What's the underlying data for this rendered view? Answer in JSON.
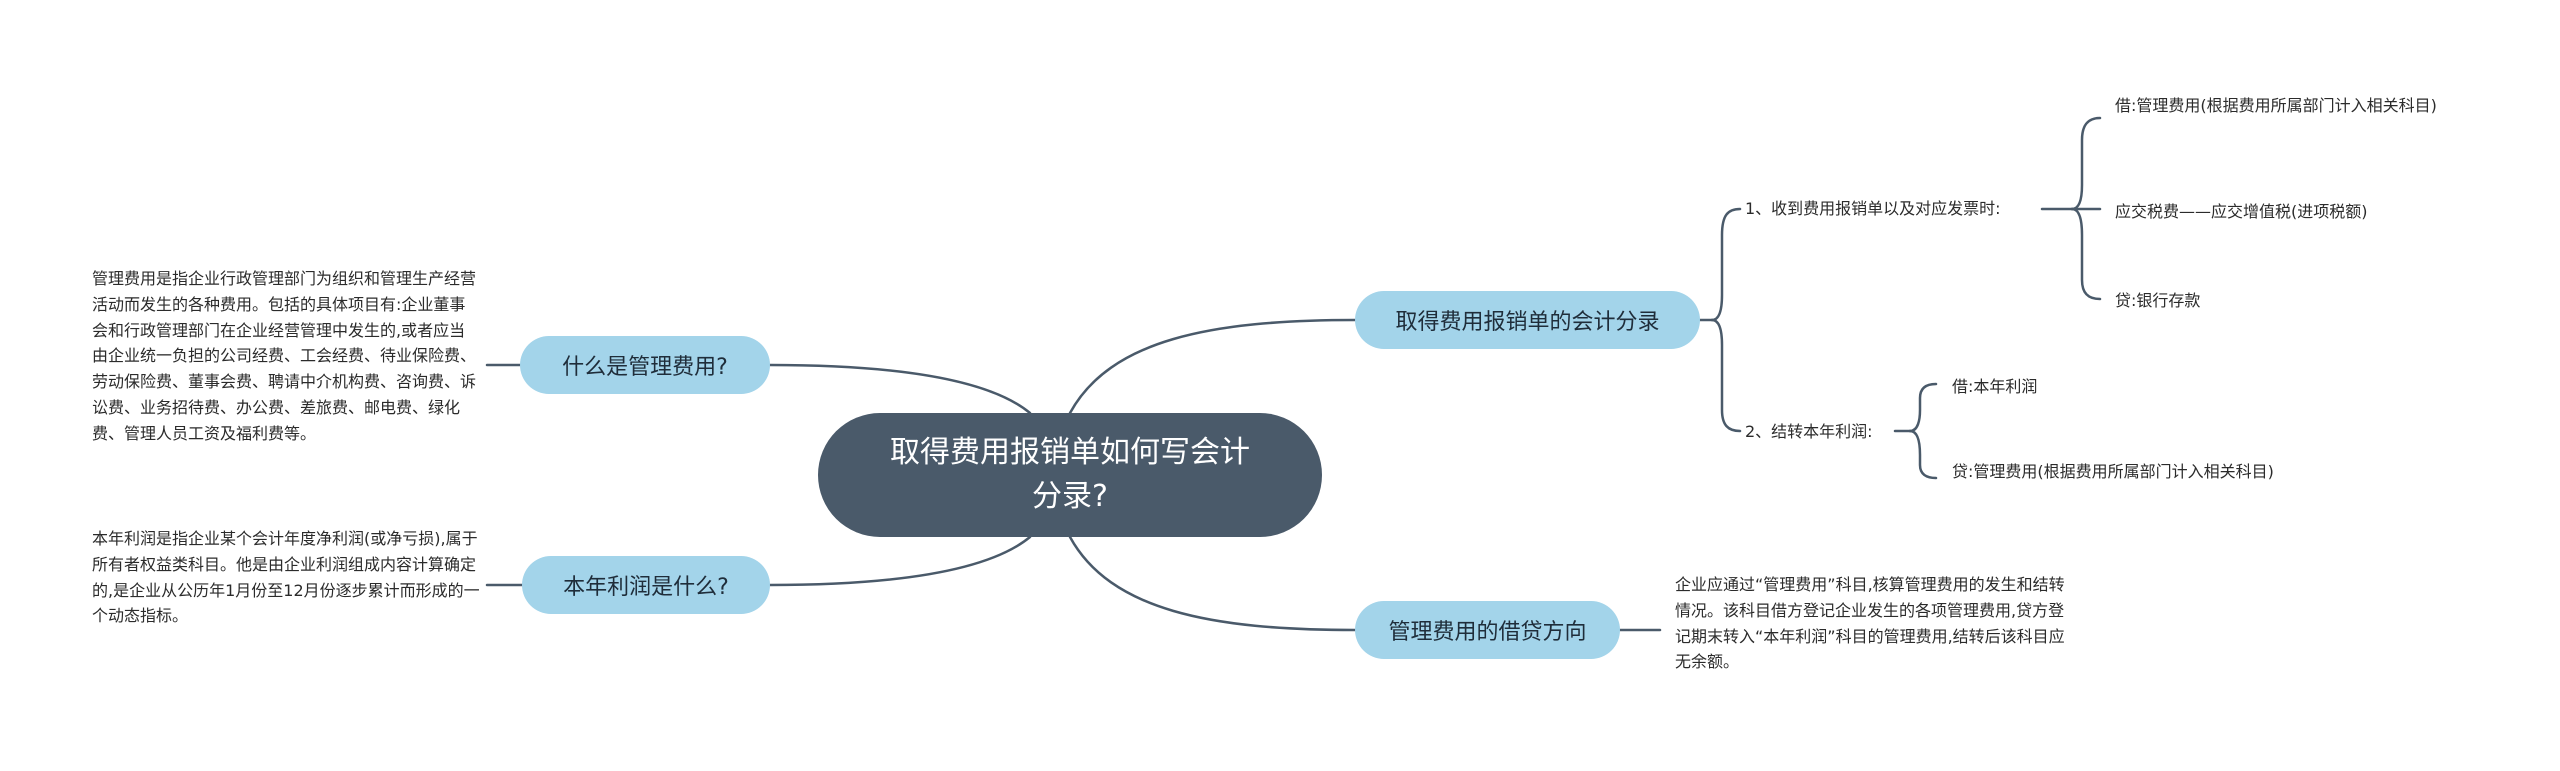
{
  "root": {
    "title": "取得费用报销单如何写会计分录?"
  },
  "right_top": {
    "label": "取得费用报销单的会计分录",
    "steps": [
      {
        "label": "1、收到费用报销单以及对应发票时:",
        "items": [
          "借:管理费用(根据费用所属部门计入相关科目)",
          "应交税费——应交增值税(进项税额)",
          "贷:银行存款"
        ]
      },
      {
        "label": "2、结转本年利润:",
        "items": [
          "借:本年利润",
          "贷:管理费用(根据费用所属部门计入相关科目)"
        ]
      }
    ]
  },
  "right_bottom": {
    "label": "管理费用的借贷方向",
    "text": "企业应通过“管理费用”科目,核算管理费用的发生和结转情况。该科目借方登记企业发生的各项管理费用,贷方登记期末转入“本年利润”科目的管理费用,结转后该科目应无余额。"
  },
  "left_top": {
    "label": "什么是管理费用?",
    "text": "管理费用是指企业行政管理部门为组织和管理生产经营活动而发生的各种费用。包括的具体项目有:企业董事会和行政管理部门在企业经营管理中发生的,或者应当由企业统一负担的公司经费、工会经费、待业保险费、劳动保险费、董事会费、聘请中介机构费、咨询费、诉讼费、业务招待费、办公费、差旅费、邮电费、绿化费、管理人员工资及福利费等。"
  },
  "left_bottom": {
    "label": "本年利润是什么?",
    "text": "本年利润是指企业某个会计年度净利润(或净亏损),属于所有者权益类科目。他是由企业利润组成内容计算确定的,是企业从公历年1月份至12月份逐步累计而形成的一个动态指标。"
  },
  "colors": {
    "root_fill": "#4a5a6a",
    "branch_fill": "#a3d4ea",
    "line": "#4a5a6a"
  }
}
